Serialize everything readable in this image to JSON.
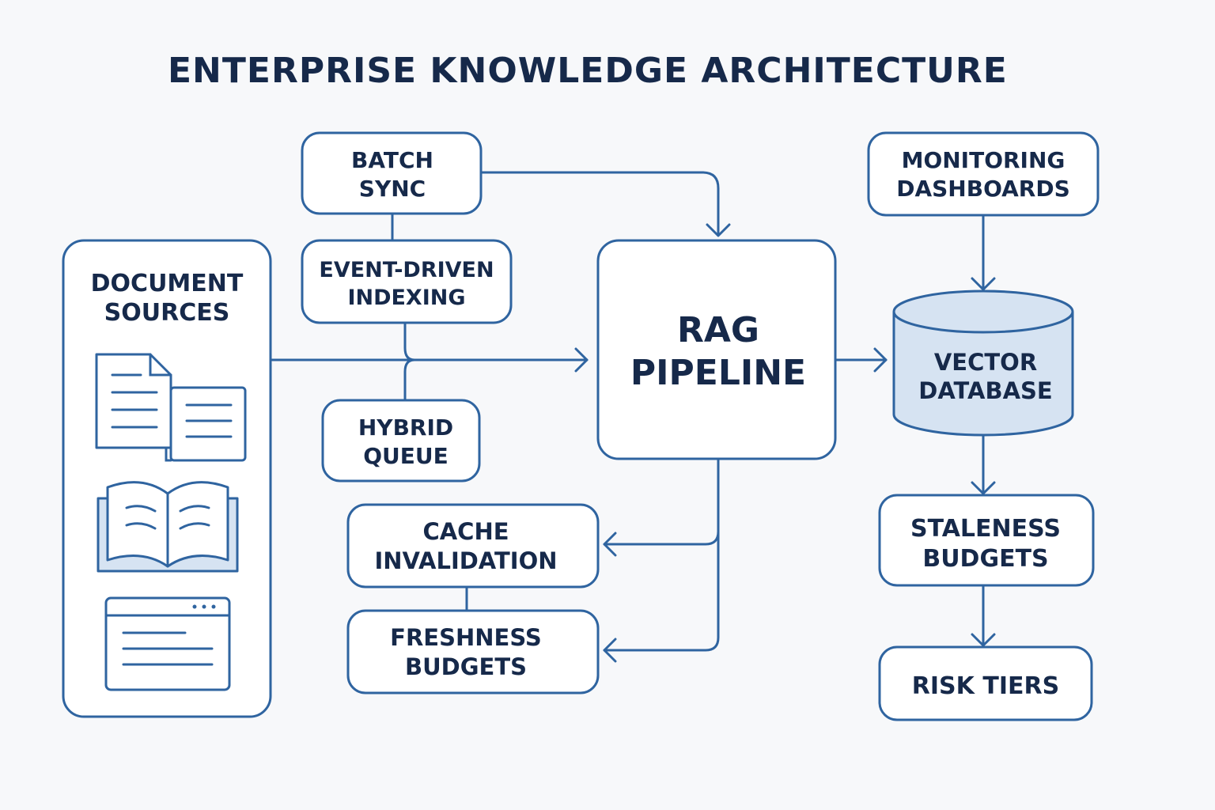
{
  "title": "ENTERPRISE KNOWLEDGE ARCHITECTURE",
  "nodes": {
    "document_sources": [
      "DOCUMENT",
      "SOURCES"
    ],
    "batch_sync": [
      "BATCH",
      "SYNC"
    ],
    "event_driven_indexing": [
      "EVENT-DRIVEN",
      "INDEXING"
    ],
    "hybrid_queue": [
      "HYBRID",
      "QUEUE"
    ],
    "rag_pipeline": [
      "RAG",
      "PIPELINE"
    ],
    "monitoring_dashboards": [
      "MONITORING",
      "DASHBOARDS"
    ],
    "vector_database": [
      "VECTOR",
      "DATABASE"
    ],
    "cache_invalidation": [
      "CACHE",
      "INVALIDATION"
    ],
    "freshness_budgets": [
      "FRESHNESS",
      "BUDGETS"
    ],
    "staleness_budgets": [
      "STALENESS",
      "BUDGETS"
    ],
    "risk_tiers": [
      "RISK TIERS"
    ]
  },
  "icons": {
    "document_sources": [
      "documents-icon",
      "open-book-icon",
      "browser-window-icon"
    ]
  },
  "colors": {
    "background": "#f7f8fa",
    "stroke": "#2f64a0",
    "text": "#16294a",
    "database_fill": "#d6e3f2"
  }
}
